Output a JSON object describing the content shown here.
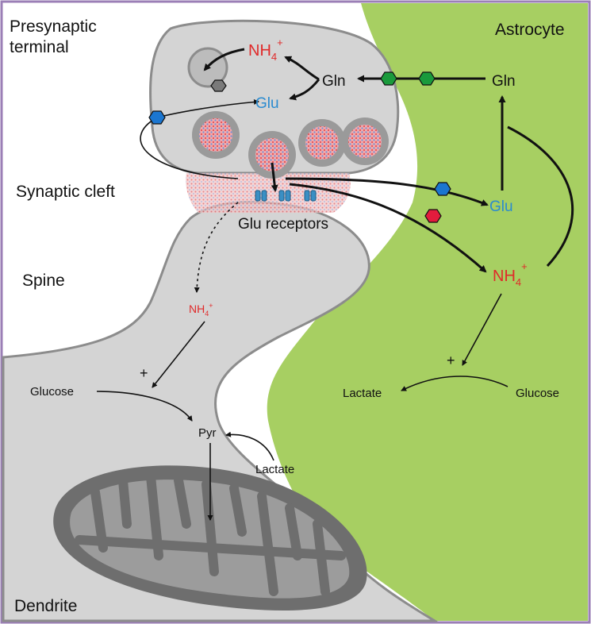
{
  "labels": {
    "presynaptic_1": "Presynaptic",
    "presynaptic_2": "terminal",
    "astrocyte": "Astrocyte",
    "synaptic_cleft": "Synaptic cleft",
    "spine": "Spine",
    "dendrite": "Dendrite",
    "glu_receptors": "Glu receptors"
  },
  "molecules": {
    "nh4_base": "NH",
    "nh4_sub": "4",
    "nh4_sup": "+",
    "glu": "Glu",
    "gln": "Gln",
    "glucose": "Glucose",
    "lactate": "Lactate",
    "pyr": "Pyr",
    "plus": "+"
  },
  "colors": {
    "frame": "#9b7fb6",
    "astrocyte_fill": "#a7cf62",
    "neuron_fill": "#d4d4d4",
    "neuron_stroke": "#8c8c8c",
    "glu_text": "#2a8bd0",
    "nh4_text": "#e02a2a",
    "glu_hex": "#1b76d0",
    "gln_hex": "#1a9a3c",
    "nh4_hex": "#e31c3d",
    "vesicle": "#d8838f",
    "mito_outer": "#6e6e6e",
    "mito_inner": "#b8b8b8"
  }
}
